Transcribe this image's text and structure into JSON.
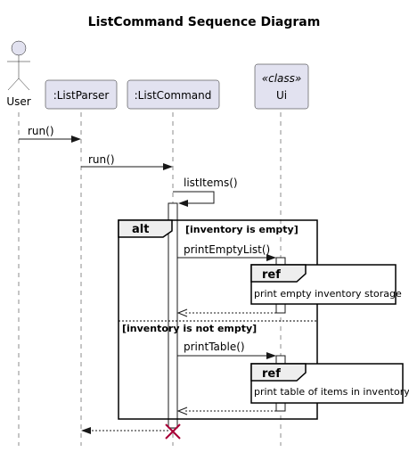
{
  "title": "ListCommand Sequence Diagram",
  "participants": {
    "user": "User",
    "parser": ":ListParser",
    "command": ":ListCommand",
    "ui_stereotype": "«class»",
    "ui": "Ui"
  },
  "messages": {
    "m1": "run()",
    "m2": "run()",
    "m3": "listItems()",
    "m4": "printEmptyList()",
    "m5": "printTable()"
  },
  "alt": {
    "keyword": "alt",
    "guard1": "[inventory is empty]",
    "guard2": "[inventory is not empty]"
  },
  "refs": {
    "keyword": "ref",
    "ref1": "print empty inventory storage",
    "ref2": "print table of items in inventory"
  }
}
